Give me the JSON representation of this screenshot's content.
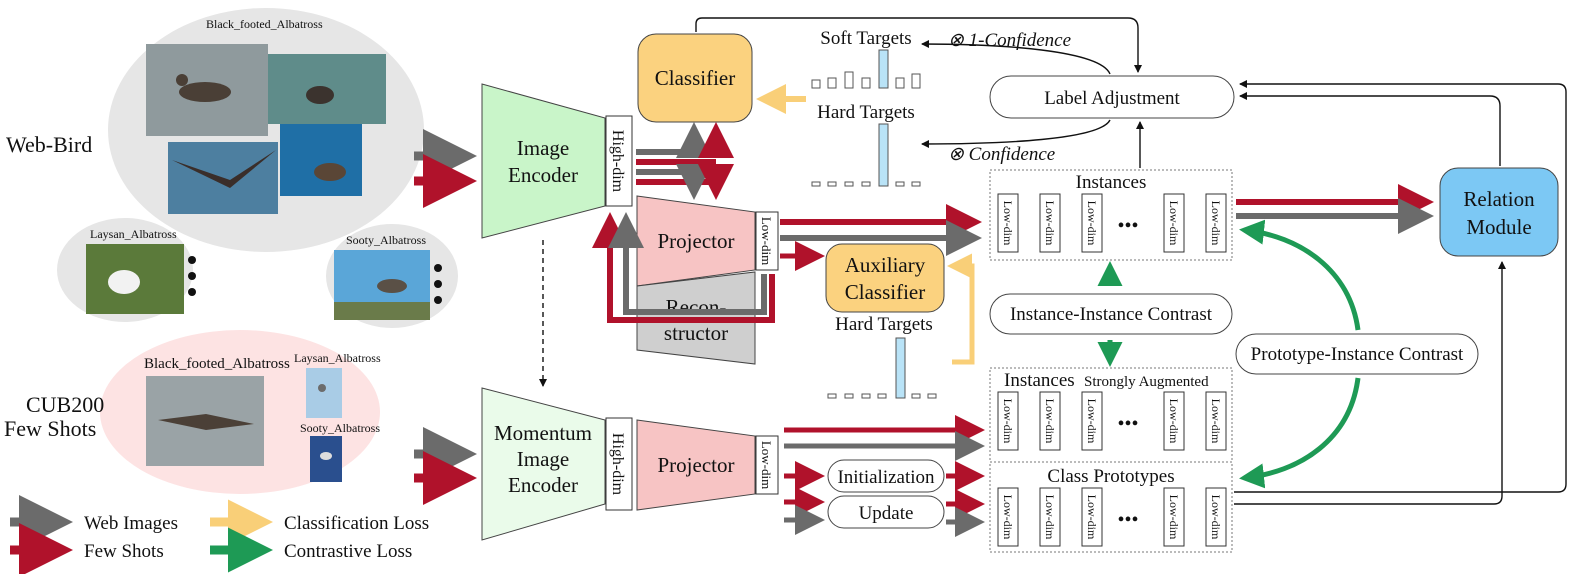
{
  "web_bird": {
    "label": "Web-Bird",
    "class_black_footed": "Black_footed_Albatross",
    "class_laysan": "Laysan_Albatross",
    "class_sooty": "Sooty_Albatross"
  },
  "cub200": {
    "label_line1": "CUB200",
    "label_line2": "Few Shots",
    "class_black_footed": "Black_footed_Albatross",
    "class_laysan": "Laysan_Albatross",
    "class_sooty": "Sooty_Albatross"
  },
  "modules": {
    "image_encoder_line1": "Image",
    "image_encoder_line2": "Encoder",
    "momentum_line1": "Momentum",
    "momentum_line2": "Image",
    "momentum_line3": "Encoder",
    "high_dim": "High-dim",
    "low_dim": "Low-dim",
    "classifier": "Classifier",
    "projector": "Projector",
    "reconstructor_line1": "Recon-",
    "reconstructor_line2": "structor",
    "aux_line1": "Auxiliary",
    "aux_line2": "Classifier",
    "label_adjustment": "Label Adjustment",
    "relation_line1": "Relation",
    "relation_line2": "Module",
    "initialization": "Initialization",
    "update": "Update"
  },
  "targets": {
    "soft": "Soft Targets",
    "hard": "Hard Targets",
    "one_minus_conf": "⊗ 1-Confidence",
    "conf": "⊗ Confidence",
    "aux_hard": "Hard Targets"
  },
  "memory": {
    "instances": "Instances",
    "instances_aug": "Instances",
    "strongly_augmented": "Strongly Augmented",
    "class_prototypes": "Class Prototypes",
    "ellipsis": "•••"
  },
  "contrast": {
    "instance_instance": "Instance-Instance Contrast",
    "prototype_instance": "Prototype-Instance Contrast"
  },
  "legend": {
    "web_images": "Web Images",
    "few_shots": "Few Shots",
    "classification_loss": "Classification Loss",
    "contrastive_loss": "Contrastive Loss"
  },
  "colors": {
    "gray_arrow": "#6b6b6b",
    "red_arrow": "#b0122b",
    "yellow_arrow": "#f9cf78",
    "green_arrow": "#1e9a55",
    "encoder_green": "#c9f5c9",
    "momentum_green": "#eafbea",
    "projector_pink": "#f7c4c4",
    "reconstructor_gray": "#cfcfcf",
    "classifier_orange": "#fbd27f",
    "relation_blue": "#7cc8f4",
    "bar_blue": "#b9e3f7"
  }
}
